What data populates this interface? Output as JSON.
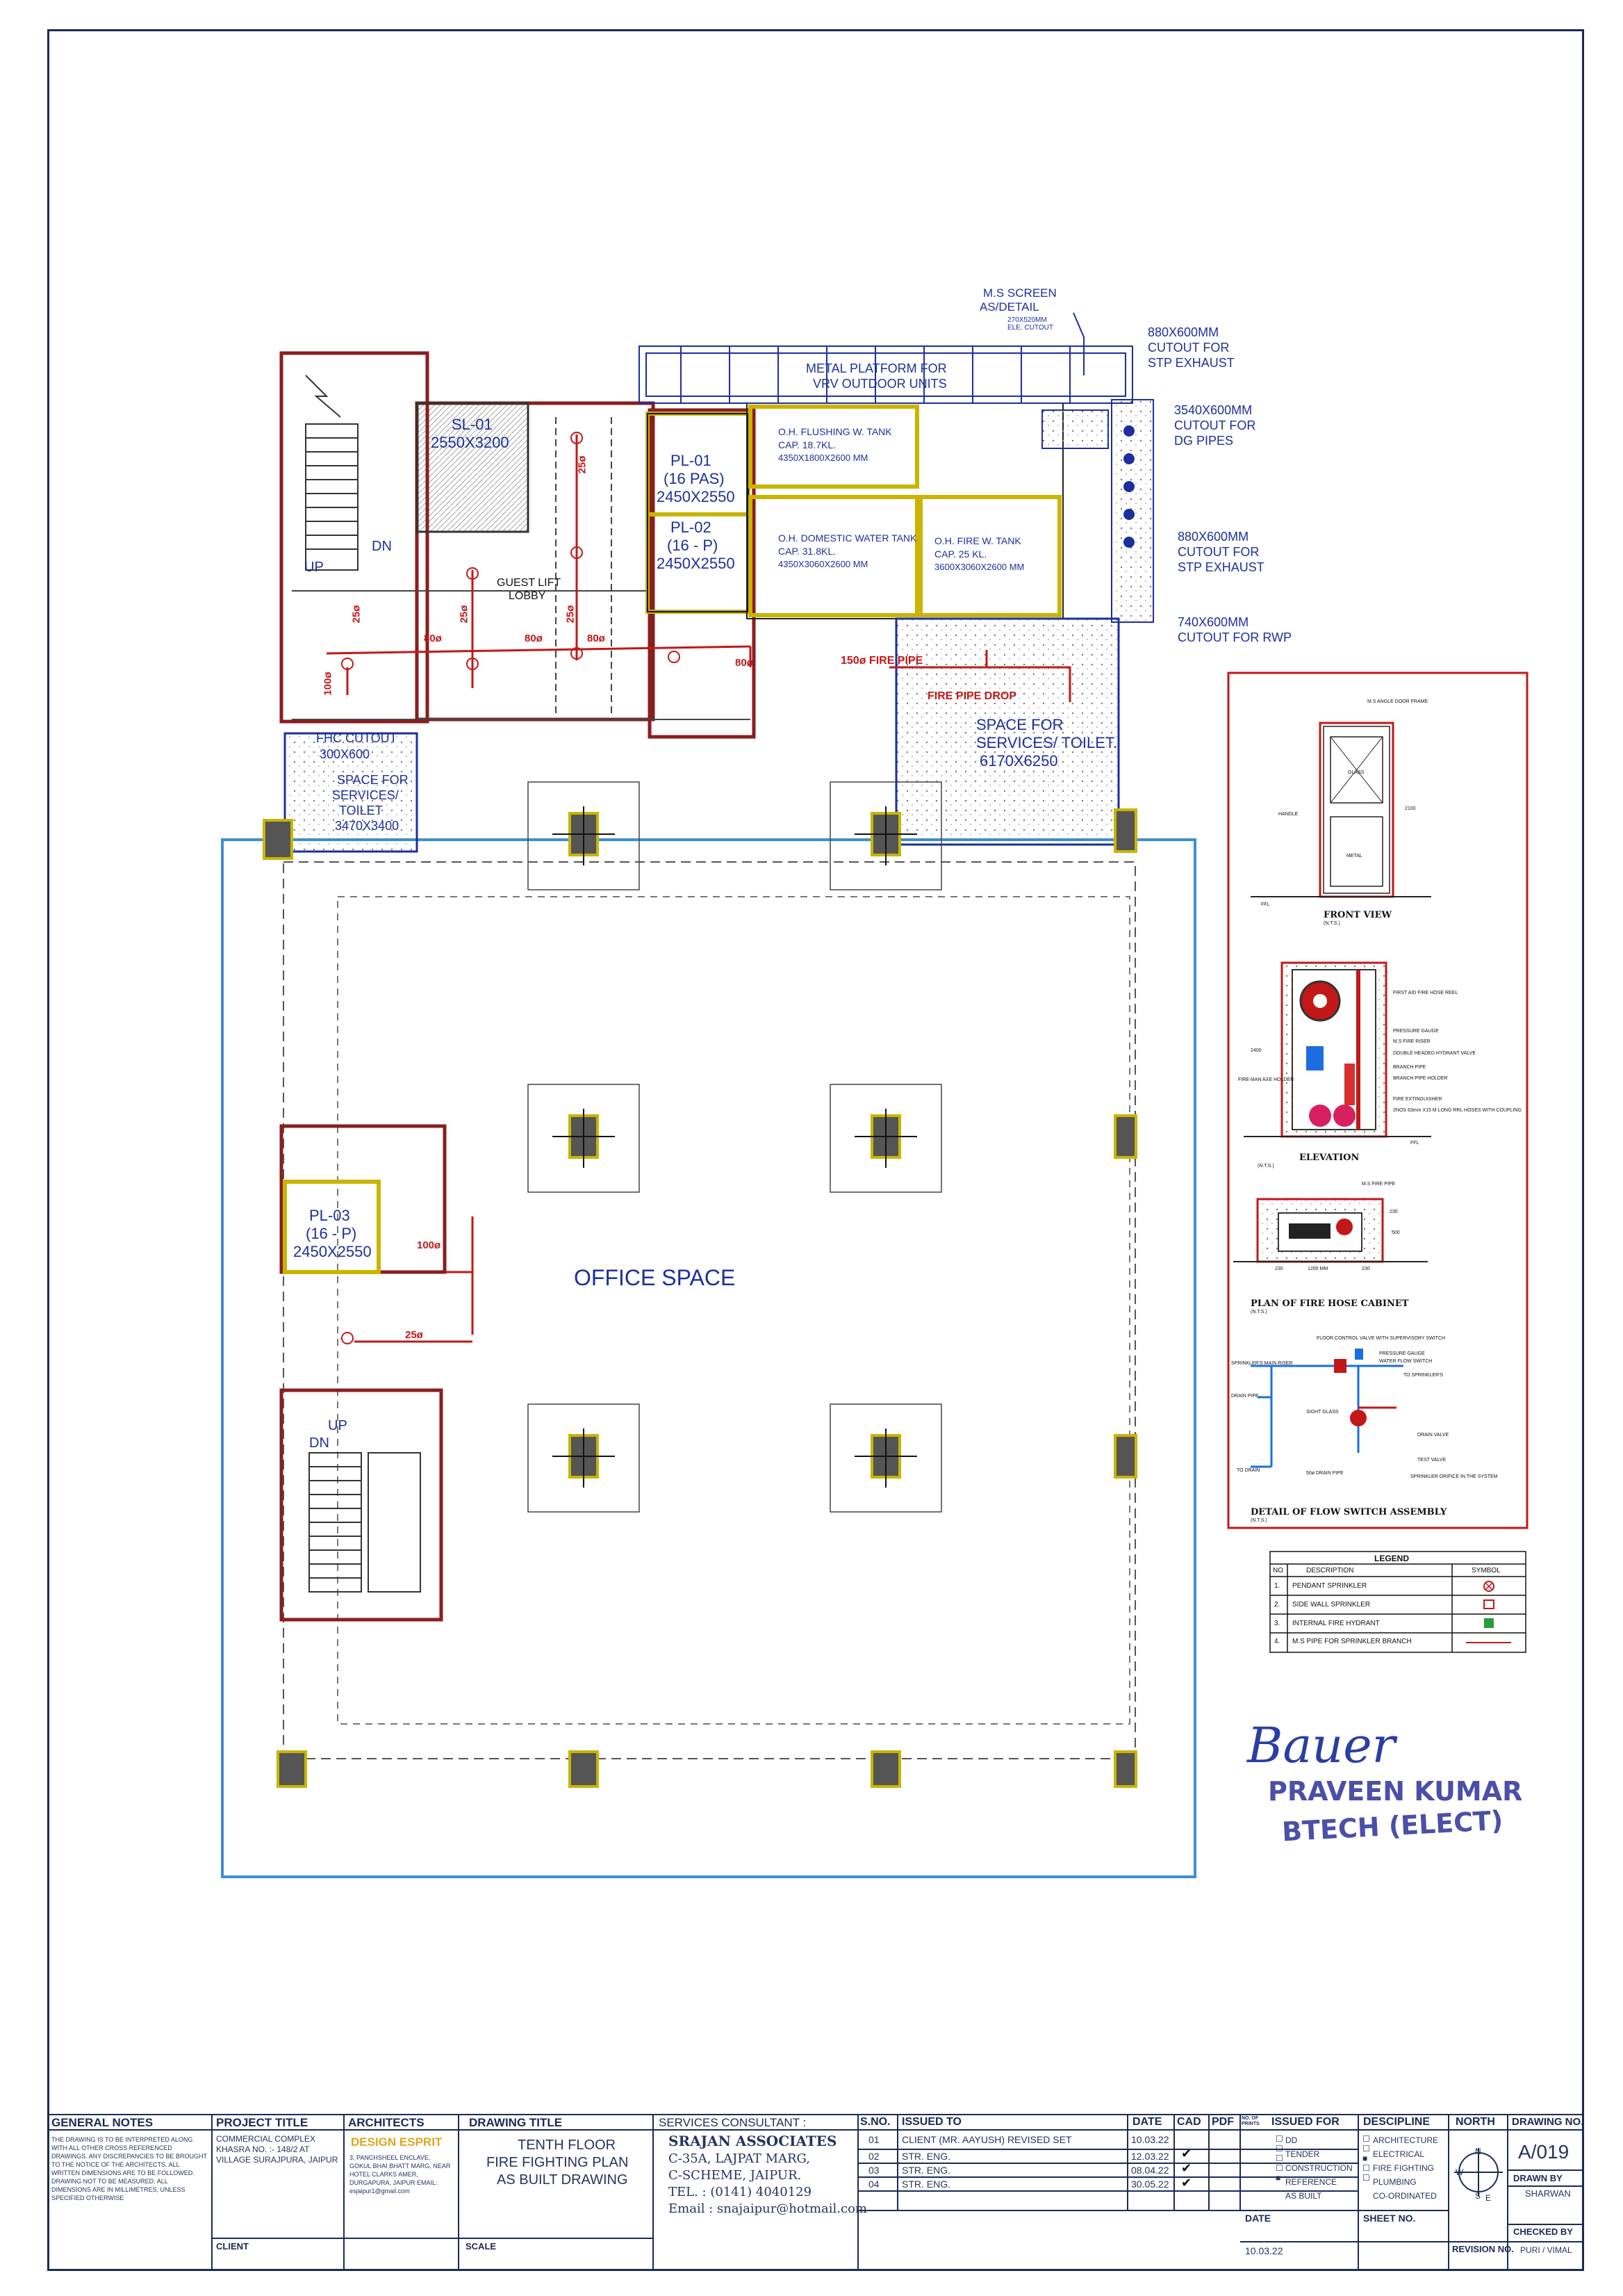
{
  "sheet": {
    "signature": "Bauer",
    "signer_name": "PRAVEEN KUMAR",
    "signer_qualification": "BTECH (ELECT)"
  },
  "plan": {
    "ms_screen": "M.S SCREEN",
    "ms_screen_detail": "AS/DETAIL",
    "ele_cutout": "270X520MM\nELE. CUTOUT",
    "metal_platform_1": "METAL PLATFORM FOR",
    "metal_platform_2": "VRV OUTDOOR UNITS",
    "cutout_stp_1_size": "880X600MM",
    "cutout_stp_1_text": "CUTOUT FOR",
    "cutout_stp_1_target": "STP EXHAUST",
    "cutout_dg_size": "3540X600MM",
    "cutout_dg_text": "CUTOUT FOR",
    "cutout_dg_target": "DG PIPES",
    "cutout_stp_2_size": "880X600MM",
    "cutout_stp_2_text": "CUTOUT FOR",
    "cutout_stp_2_target": "STP EXHAUST",
    "cutout_rwp_size": "740X600MM",
    "cutout_rwp_text": "CUTOUT FOR RWP",
    "sl01_name": "SL-01",
    "sl01_size": "2550X3200",
    "pl01_name": "PL-01",
    "pl01_cap": "(16 PAS)",
    "pl01_size": "2450X2550",
    "pl02_name": "PL-02",
    "pl02_cap": "(16 - P)",
    "pl02_size": "2450X2550",
    "pl03_name": "PL-03",
    "pl03_cap": "(16 - P)",
    "pl03_size": "2450X2550",
    "guest_lift_lobby_1": "GUEST LIFT",
    "guest_lift_lobby_2": "LOBBY",
    "oh_flushing_1": "O.H. FLUSHING W. TANK",
    "oh_flushing_2": "CAP. 18.7KL.",
    "oh_flushing_3": "4350X1800X2600 MM",
    "oh_domestic_1": "O.H. DOMESTIC WATER TANK",
    "oh_domestic_2": "CAP. 31.8KL.",
    "oh_domestic_3": "4350X3060X2600 MM",
    "oh_fire_1": "O.H. FIRE W. TANK",
    "oh_fire_2": "CAP. 25 KL.",
    "oh_fire_3": "3600X3060X2600 MM",
    "fire_pipe": "150ø FIRE PIPE",
    "fire_pipe_drop": "FIRE PIPE DROP",
    "services_toilet_1": "SPACE FOR",
    "services_toilet_2": "SERVICES/ TOILET.",
    "services_toilet_3": "6170X6250",
    "fhc_cutout_1": "FHC CUTOUT",
    "fhc_cutout_2": "300X600",
    "services_left_1": "SPACE FOR",
    "services_left_2": "SERVICES/",
    "services_left_3": "TOILET",
    "services_left_4": "3470X3400",
    "up_1": "UP",
    "dn_1": "DN",
    "up_2": "UP",
    "dn_2": "DN",
    "office_space": "OFFICE SPACE",
    "pipe_25_a": "25ø",
    "pipe_25_b": "25ø",
    "pipe_25_c": "25ø",
    "pipe_25_d": "25ø",
    "pipe_25_e": "25ø",
    "pipe_80_a": "80ø",
    "pipe_80_b": "80ø",
    "pipe_80_c": "80ø",
    "pipe_80_d": "80ø",
    "pipe_100_a": "100ø",
    "pipe_100_b": "100ø"
  },
  "details": {
    "front_view_title": "FRONT VIEW",
    "front_view_nts": "(N.T.S.)",
    "ms_angle_door": "M.S ANGLE DOOR FRAME",
    "glass": "GLASS",
    "handle": "HANDLE",
    "metal": "METAL",
    "ffl_1": "FFL",
    "height_2100": "2100",
    "elevation_title": "ELEVATION",
    "elevation_nts": "(N.T.S.)",
    "first_aid_reel": "FIRST AID FIRE HOSE REEL",
    "pressure_gauge": "PRESSURE GAUGE",
    "ms_fire_riser": "M.S FIRE RISER",
    "double_headed": "DOUBLE HEADED HYDRANT VALVE",
    "branch_pipe": "BRANCH PIPE",
    "branch_pipe_holder": "BRANCH PIPE HOLDER",
    "fire_extinguisher": "FIRE EXTINGUISHER",
    "hoses": "2NOS 63mm X15 M LONG RRL HOSES WITH COUPLING",
    "fire_man_axe": "FIRE MAN AXE HOLDER",
    "height_2400": "2400",
    "ffl_2": "FFL",
    "plan_title": "PLAN OF FIRE HOSE CABINET",
    "plan_nts": "(N.T.S.)",
    "ms_fire_pipe": "M.S FIRE PIPE",
    "dim_230a": "230",
    "dim_230b": "230",
    "dim_230c": "230",
    "dim_1200": "1200 MM",
    "dim_500": "500",
    "flow_title": "DETAIL OF FLOW SWITCH ASSEMBLY",
    "flow_nts": "(N.T.S.)",
    "floor_control_valve": "FLOOR CONTROL VALVE WITH SUPERVISORY SWITCH",
    "fs_pressure_gauge": "PRESSURE GAUGE",
    "water_flow_switch": "WATER FLOW SWITCH",
    "sprinkler_main": "SPRINKLER'S MAIN RISER",
    "to_sprinklers": "TO SPRINKLER'S",
    "drain_pipe": "DRAIN PIPE",
    "sight_glass": "SIGHT GLASS",
    "drain_valve": "DRAIN VALVE",
    "test_valve": "TEST VALVE",
    "drain_pipe_50": "50ø DRAIN PIPE",
    "to_drain": "TO DRAIN",
    "sprinkler_orifice": "SPRINKLER ORIFICE IN THE SYSTEM"
  },
  "legend": {
    "title": "LEGEND",
    "headers": [
      "NO",
      "DESCRIPTION",
      "SYMBOL"
    ],
    "rows": [
      {
        "no": "1.",
        "desc": "PENDANT SPRINKLER"
      },
      {
        "no": "2.",
        "desc": "SIDE WALL SPRINKLER"
      },
      {
        "no": "3.",
        "desc": "INTERNAL FIRE HYDRANT"
      },
      {
        "no": "4.",
        "desc": "M.S PIPE FOR SPRINKLER BRANCH"
      }
    ]
  },
  "title_block": {
    "general_notes_title": "GENERAL NOTES",
    "general_notes_text": "THE DRAWING IS TO BE INTERPRETED ALONG WITH ALL OTHER CROSS REFERENCED DRAWINGS. ANY DISCREPANCIES TO BE BROUGHT TO THE NOTICE OF THE ARCHITECTS. ALL WRITTEN DIMENSIONS ARE TO BE FOLLOWED. DRAWING NOT TO BE MEASURED. ALL DIMENSIONS ARE IN MILLIMETRES, UNLESS SPECIFIED OTHERWISE",
    "project_title_label": "PROJECT TITLE",
    "project_title": "COMMERCIAL COMPLEX KHASRA NO. :- 148/2 AT VILLAGE SURAJPURA, JAIPUR",
    "client_label": "CLIENT",
    "architects_label": "ARCHITECTS",
    "architect_name": "DESIGN ESPRIT",
    "architect_address": "3, PANCHSHEEL ENCLAVE, GOKUL BHAI BHATT MARG, NEAR HOTEL CLARKS AMER, DURGAPURA, JAIPUR EMAIL: esjaipur1@gmail.com",
    "drawing_title_label": "DRAWING TITLE",
    "drawing_title_1": "TENTH FLOOR",
    "drawing_title_2": "FIRE FIGHTING PLAN",
    "drawing_title_3": "AS BUILT DRAWING",
    "scale_label": "SCALE",
    "services_label": "SERVICES CONSULTANT :",
    "consultant_name": "SRAJAN ASSOCIATES",
    "consultant_addr1": "C-35A, LAJPAT MARG,",
    "consultant_addr2": "C-SCHEME, JAIPUR.",
    "consultant_tel": "TEL.   : (0141) 4040129",
    "consultant_email": "Email  : snajaipur@hotmail.com",
    "issue_headers": [
      "S.NO.",
      "ISSUED TO",
      "DATE",
      "CAD",
      "PDF",
      "NO. OF PRINTS"
    ],
    "issues": [
      {
        "sno": "01",
        "to": "CLIENT (MR. AAYUSH) REVISED SET",
        "date": "10.03.22"
      },
      {
        "sno": "02",
        "to": "STR. ENG.",
        "date": "12.03.22"
      },
      {
        "sno": "03",
        "to": "STR. ENG.",
        "date": "08.04.22"
      },
      {
        "sno": "04",
        "to": "STR. ENG.",
        "date": "30.05.22"
      }
    ],
    "issued_for_label": "ISSUED FOR",
    "issued_for": [
      "DD",
      "TENDER",
      "CONSTRUCTION",
      "REFERENCE",
      "AS BUILT"
    ],
    "discipline_label": "DESCIPLINE",
    "discipline": [
      "ARCHITECTURE",
      "ELECTRICAL",
      "FIRE FIGHTING",
      "PLUMBING",
      "CO-ORDINATED"
    ],
    "date_label": "DATE",
    "date_value": "10.03.22",
    "sheet_no_label": "SHEET NO.",
    "north_label": "NORTH",
    "revision_label": "REVISION NO.",
    "drawing_no_label": "DRAWING NO.",
    "drawing_no": "A/019",
    "drawn_by_label": "DRAWN BY",
    "drawn_by": "SHARWAN",
    "checked_by_label": "CHECKED BY",
    "checked_by": "PURI / VIMAL",
    "compass_n": "N",
    "compass_s": "S",
    "compass_e": "E",
    "compass_w": "W"
  }
}
